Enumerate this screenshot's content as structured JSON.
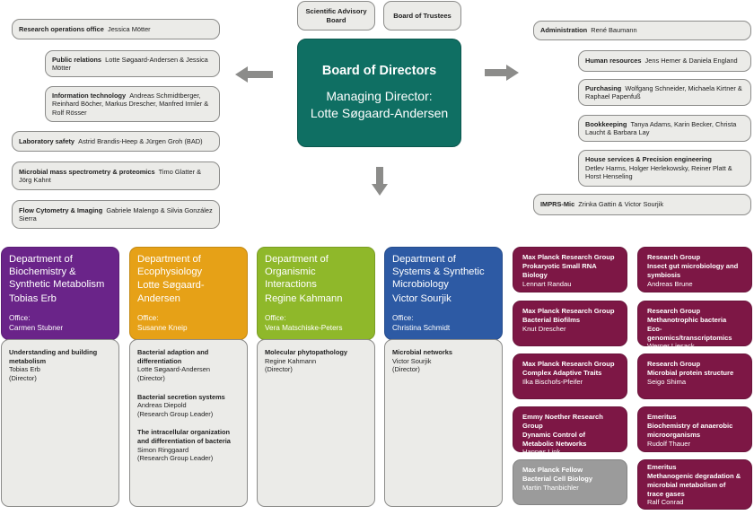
{
  "top_boxes": {
    "scientific_advisory_board": "Scientific Advisory Board",
    "board_of_trustees": "Board of Trustees"
  },
  "board": {
    "title": "Board of Directors",
    "subtitle": "Managing Director:",
    "name": "Lotte Søgaard-Andersen"
  },
  "left_units": [
    {
      "title": "Research operations office",
      "people": "Jessica Mötter"
    },
    {
      "title": "Public relations",
      "people": "Lotte Søgaard-Andersen & Jessica Mötter"
    },
    {
      "title": "Information technology",
      "people": "Andreas Schmidtberger, Reinhard Böcher, Markus Drescher, Manfred Irmler & Rolf Rösser"
    },
    {
      "title": "Laboratory safety",
      "people": "Astrid Brandis-Heep & Jürgen Groh (BAD)"
    },
    {
      "title": "Microbial mass spectrometry & proteomics",
      "people": "Timo Glatter & Jörg Kahnt"
    },
    {
      "title": "Flow Cytometry & Imaging",
      "people": "Gabriele Malengo & Silvia González Sierra"
    }
  ],
  "right_units": [
    {
      "title": "Administration",
      "people": "René Baumann"
    },
    {
      "title": "Human resources",
      "people": "Jens Hemer & Daniela England"
    },
    {
      "title": "Purchasing",
      "people": "Wolfgang Schneider, Michaela Kirtner & Raphael Papenfuß"
    },
    {
      "title": "Bookkeeping",
      "people": "Tanya Adams, Karin Becker, Christa Laucht & Barbara Lay"
    },
    {
      "title": "House services & Precision engineering",
      "people": "Detlev Harms, Holger Herlekowsky, Reiner Platt & Horst Henseling"
    },
    {
      "title": "IMPRS-Mic",
      "people": "Zrinka Gattin & Victor Sourjik"
    }
  ],
  "departments": [
    {
      "name": "Department of Biochemistry & Synthetic Metabolism",
      "head": "Tobias Erb",
      "office_label": "Office:",
      "office": "Carmen Stubner",
      "color": "#6a2489",
      "groups": [
        {
          "title": "Understanding and building metabolism",
          "leader": "Tobias Erb",
          "role": "(Director)"
        }
      ]
    },
    {
      "name": "Department of Ecophysiology",
      "head": "Lotte Søgaard-Andersen",
      "office_label": "Office:",
      "office": "Susanne Kneip",
      "color": "#e6a117",
      "groups": [
        {
          "title": "Bacterial adaption and differentiation",
          "leader": "Lotte Søgaard-Andersen",
          "role": "(Director)"
        },
        {
          "title": "Bacterial secretion systems",
          "leader": "Andreas Diepold",
          "role": "(Research Group Leader)"
        },
        {
          "title": "The intracellular organization and differentiation of bacteria",
          "leader": "Simon Ringgaard",
          "role": "(Research Group Leader)"
        }
      ]
    },
    {
      "name": "Department of Organismic Interactions",
      "head": "Regine Kahmann",
      "office_label": "Office:",
      "office": "Vera Matschiske-Peters",
      "color": "#8fb82a",
      "groups": [
        {
          "title": "Molecular phytopathology",
          "leader": "Regine Kahmann",
          "role": "(Director)"
        }
      ]
    },
    {
      "name": "Department of Systems & Synthetic Microbiology",
      "head": "Victor Sourjik",
      "office_label": "Office:",
      "office": "Christina Schmidt",
      "color": "#2d5aa4",
      "groups": [
        {
          "title": "Microbial networks",
          "leader": "Victor Sourjik",
          "role": "(Director)"
        }
      ]
    }
  ],
  "research_groups_left": [
    {
      "label": "Max Planck Research Group",
      "topic": "Prokaryotic Small RNA Biology",
      "leader": "Lennart Randau",
      "color": "#7d1745"
    },
    {
      "label": "Max Planck Research Group",
      "topic": "Bacterial Biofilms",
      "leader": "Knut Drescher",
      "color": "#7d1745"
    },
    {
      "label": "Max Planck Research Group",
      "topic": "Complex Adaptive Traits",
      "leader": "Ilka Bischofs-Pfeifer",
      "color": "#7d1745"
    },
    {
      "label": "Emmy Noether Research Group",
      "topic": "Dynamic Control of Metabolic Networks",
      "leader": "Hannes Link",
      "color": "#7d1745"
    },
    {
      "label": "Max Planck Fellow",
      "topic": "Bacterial Cell Biology",
      "leader": "Martin Thanbichler",
      "color": "#9b9b9b"
    }
  ],
  "research_groups_right": [
    {
      "label": "Research Group",
      "topic": "Insect gut microbiology and symbiosis",
      "leader": "Andreas Brune",
      "color": "#7d1745"
    },
    {
      "label": "Research Group",
      "topic": "Methanotrophic bacteria Eco-genomics/transcriptomics",
      "leader": "Werner Liesack",
      "color": "#7d1745"
    },
    {
      "label": "Research Group",
      "topic": "Microbial protein structure",
      "leader": "Seigo Shima",
      "color": "#7d1745"
    },
    {
      "label": "Emeritus",
      "topic": "Biochemistry of anaerobic microorganisms",
      "leader": "Rudolf Thauer",
      "color": "#7d1745"
    },
    {
      "label": "Emeritus",
      "topic": "Methanogenic degradation & microbial metabolism of trace gases",
      "leader": "Ralf Conrad",
      "color": "#7d1745"
    }
  ]
}
